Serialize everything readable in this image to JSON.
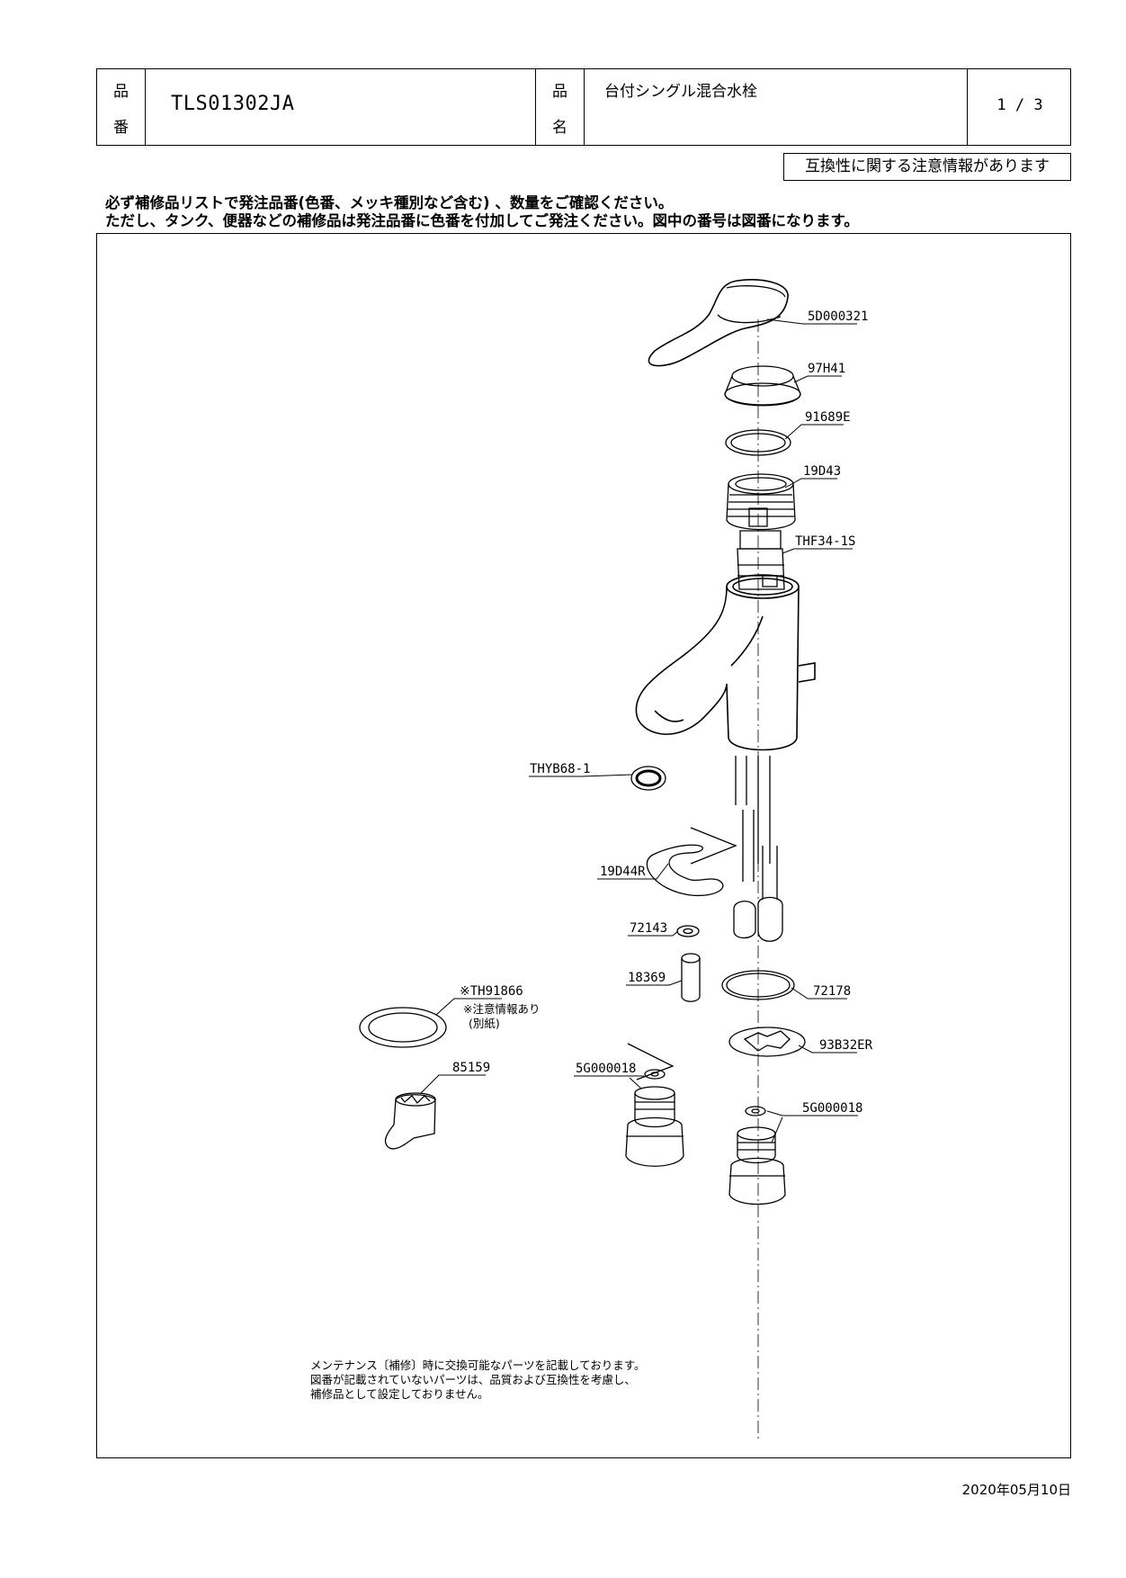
{
  "header": {
    "part_no_label_1": "品",
    "part_no_label_2": "番",
    "part_no": "TLS01302JA",
    "part_name_label_1": "品",
    "part_name_label_2": "名",
    "part_name": "台付シングル混合水栓",
    "page": "1 / 3"
  },
  "notice": "互換性に関する注意情報があります",
  "instructions": {
    "line1": "必ず補修品リストで発注品番(色番、メッキ種別など含む) 、数量をご確認ください。",
    "line2": "ただし、タンク、便器などの補修品は発注品番に色番を付加してご発注ください。図中の番号は図番になります。"
  },
  "parts": {
    "handle": "5D000321",
    "cover": "97H41",
    "o_ring": "91689E",
    "nut": "19D43",
    "cartridge": "THF34-1S",
    "aerator": "THYB68-1",
    "washer_c": "19D44R",
    "washer_small": "72143",
    "sleeve": "18369",
    "gasket": "※TH91866",
    "gasket_note_1": "※注意情報あり",
    "gasket_note_2": "(別紙)",
    "packing": "72178",
    "plate": "93B32ER",
    "wrench": "85159",
    "valve_left": "5G000018",
    "valve_right": "5G000018"
  },
  "footnote": {
    "line1": "メンテナンス〔補修〕時に交換可能なパーツを記載しております。",
    "line2": "図番が記載されていないパーツは、品質および互換性を考慮し、",
    "line3": "補修品として設定しておりません。"
  },
  "date": "2020年05月10日"
}
